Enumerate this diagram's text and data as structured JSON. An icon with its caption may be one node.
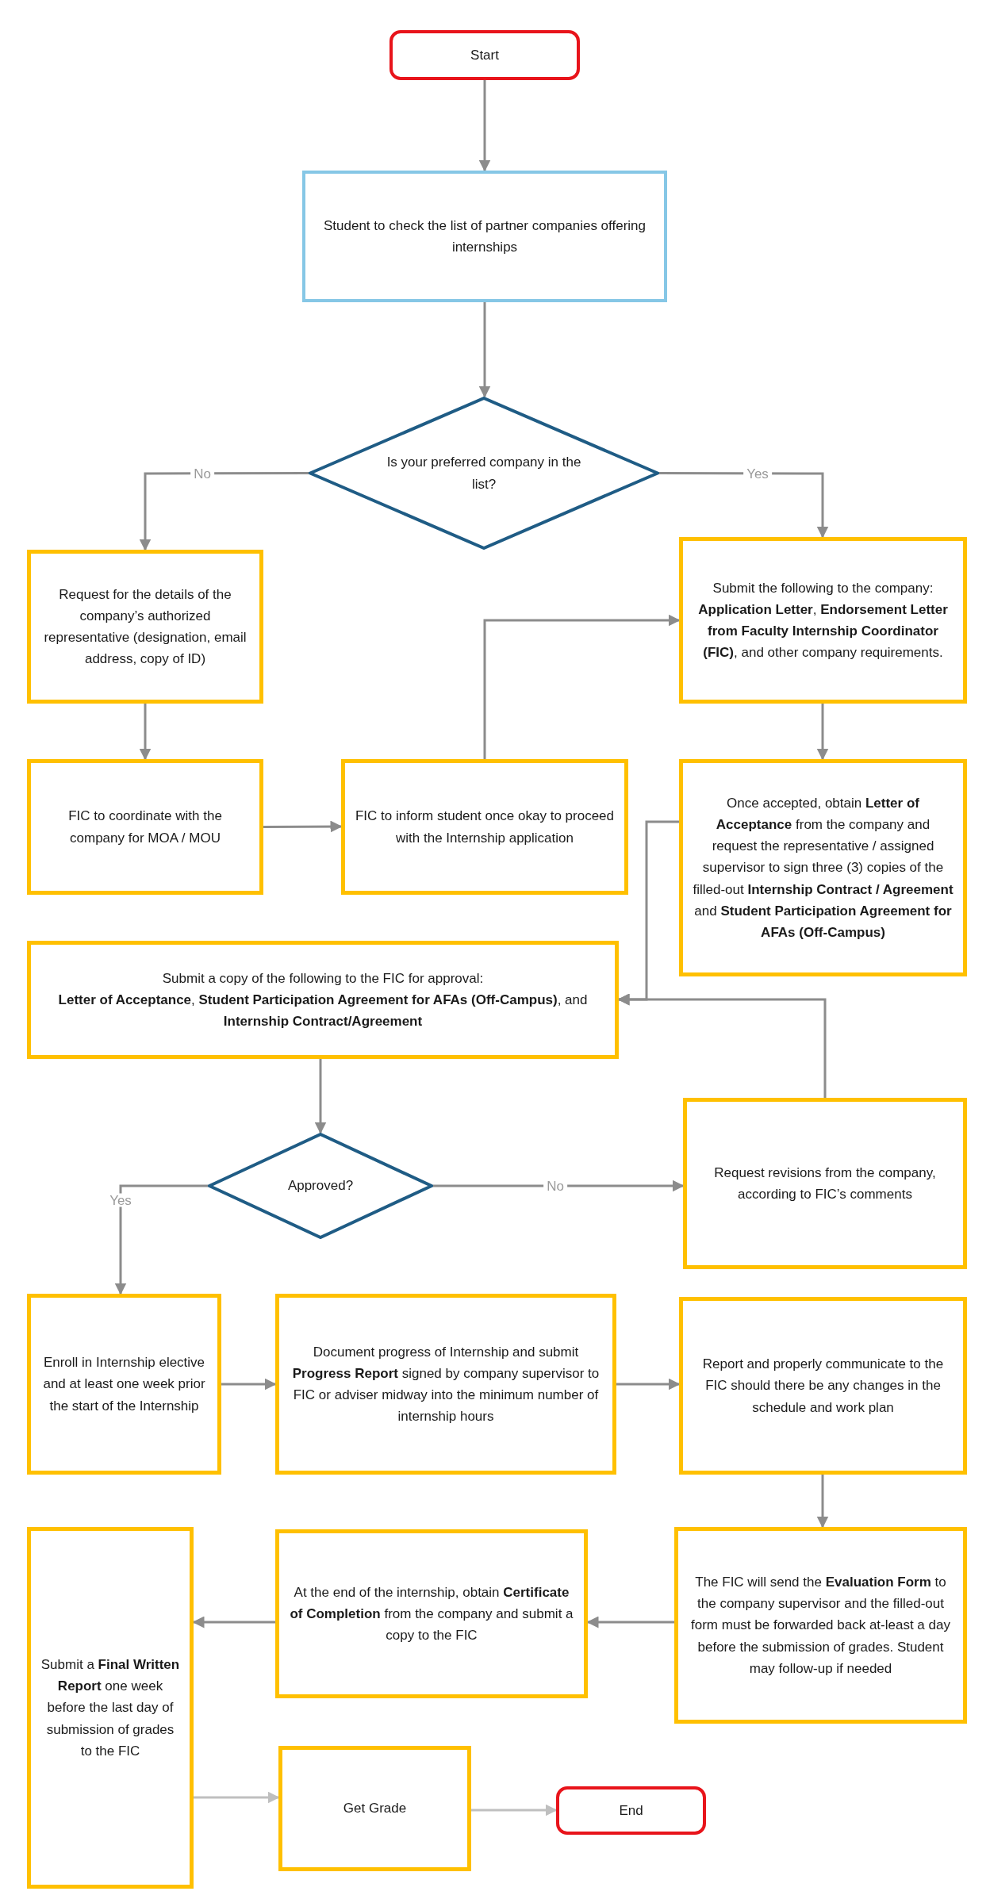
{
  "diagram": {
    "nodes": [
      {
        "text": [
          "Start"
        ]
      },
      {
        "text": [
          "Student to check the list of partner companies offering internships"
        ]
      },
      {
        "text": [
          "Is your preferred company in the list?"
        ]
      },
      {
        "text": [
          "Request for the details of the company’s authorized representative (designation, email address, copy of ID)"
        ]
      },
      {
        "text": [
          "Submit the following to the company:",
          "**Application Letter**, **Endorsement Letter from Faculty Internship Coordinator (FIC)**, and other company requirements."
        ]
      },
      {
        "text": [
          "FIC to coordinate with the company for MOA / MOU"
        ]
      },
      {
        "text": [
          "FIC to inform student once okay to proceed with the Internship application"
        ]
      },
      {
        "text": [
          "Once accepted, obtain **Letter of Acceptance** from the company and request the representative / assigned supervisor to sign three (3) copies of the filled-out **Internship Contract / Agreement** and **Student Participation Agreement for AFAs (Off-Campus)**"
        ]
      },
      {
        "text": [
          "Submit a copy of the following to the FIC for approval:",
          "**Letter of Acceptance**, **Student Participation Agreement for AFAs (Off-Campus)**, and **Internship Contract/Agreement**"
        ]
      },
      {
        "text": [
          "Approved?"
        ]
      },
      {
        "text": [
          "Request revisions from the company, according to FIC’s comments"
        ]
      },
      {
        "text": [
          "Enroll in Internship elective and at least one week prior the start of the Internship"
        ]
      },
      {
        "text": [
          "Document progress of Internship and submit **Progress Report** signed by company supervisor to FIC or adviser midway into the minimum number of internship hours"
        ]
      },
      {
        "text": [
          "Report and properly communicate to the FIC should there be any changes in the schedule and work plan"
        ]
      },
      {
        "text": [
          "The FIC will send the **Evaluation Form** to the company supervisor and the filled-out form must be forwarded back at-least a day before the submission of grades. Student may follow-up if needed"
        ]
      },
      {
        "text": [
          "At the end of the internship, obtain **Certificate of Completion** from the company and submit a copy to the FIC"
        ]
      },
      {
        "text": [
          "Submit a **Final Written Report** one week before the last day of submission of grades to the FIC"
        ]
      },
      {
        "text": [
          "Get Grade"
        ]
      },
      {
        "text": [
          "End"
        ]
      }
    ],
    "edges": [
      {
        "from": 0,
        "to": 1,
        "arrow": "to"
      },
      {
        "from": 1,
        "to": 2,
        "arrow": "to"
      },
      {
        "from": 2,
        "to": 3,
        "arrow": "to",
        "label": "No"
      },
      {
        "from": 2,
        "to": 4,
        "arrow": "to",
        "label": "Yes"
      },
      {
        "from": 3,
        "to": 5,
        "arrow": "to"
      },
      {
        "from": 5,
        "to": 6,
        "arrow": "to"
      },
      {
        "from": 6,
        "to": 4,
        "arrow": "to"
      },
      {
        "from": 4,
        "to": 7,
        "arrow": "to"
      },
      {
        "from": 7,
        "to": 8,
        "arrow": "to"
      },
      {
        "from": 10,
        "to": 8,
        "arrow": "to"
      },
      {
        "from": 8,
        "to": 9,
        "arrow": "to"
      },
      {
        "from": 9,
        "to": 11,
        "arrow": "to",
        "label": "Yes"
      },
      {
        "from": 9,
        "to": 10,
        "arrow": "to",
        "label": "No"
      },
      {
        "from": 11,
        "to": 12,
        "arrow": "to"
      },
      {
        "from": 12,
        "to": 13,
        "arrow": "to"
      },
      {
        "from": 13,
        "to": 14,
        "arrow": "to"
      },
      {
        "from": 14,
        "to": 15,
        "arrow": "to"
      },
      {
        "from": 15,
        "to": 16,
        "arrow": "to"
      },
      {
        "from": 16,
        "to": 17,
        "arrow": "to",
        "color": "#bfbfbf"
      },
      {
        "from": 17,
        "to": 18,
        "arrow": "to",
        "color": "#bfbfbf"
      }
    ]
  }
}
